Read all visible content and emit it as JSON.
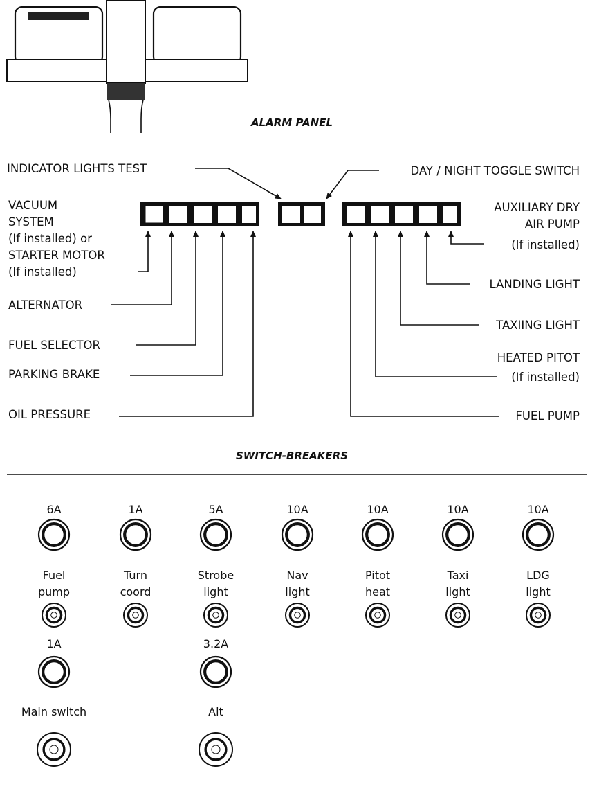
{
  "alarm_panel": {
    "title": "ALARM PANEL",
    "indicator_lights_test": "INDICATOR LIGHTS TEST",
    "day_night_toggle": "DAY / NIGHT TOGGLE SWITCH",
    "left_labels": {
      "vacuum": [
        "VACUUM",
        "SYSTEM",
        "(If installed) or",
        "STARTER MOTOR",
        "(If installed)"
      ],
      "alternator": "ALTERNATOR",
      "fuel_selector": "FUEL SELECTOR",
      "parking_brake": "PARKING BRAKE",
      "oil_pressure": "OIL PRESSURE"
    },
    "right_labels": {
      "aux_dry_air_pump": [
        "AUXILIARY DRY",
        "AIR PUMP",
        "(If installed)"
      ],
      "landing_light": "LANDING LIGHT",
      "taxiing_light": "TAXIING LIGHT",
      "heated_pitot": [
        "HEATED PITOT",
        "(If installed)"
      ],
      "fuel_pump": "FUEL PUMP"
    }
  },
  "switch_breakers": {
    "title": "SWITCH-BREAKERS",
    "row1": [
      {
        "amps": "6A",
        "name": [
          "Fuel",
          "pump"
        ]
      },
      {
        "amps": "1A",
        "name": [
          "Turn",
          "coord"
        ]
      },
      {
        "amps": "5A",
        "name": [
          "Strobe",
          "light"
        ]
      },
      {
        "amps": "10A",
        "name": [
          "Nav",
          "light"
        ]
      },
      {
        "amps": "10A",
        "name": [
          "Pitot",
          "heat"
        ]
      },
      {
        "amps": "10A",
        "name": [
          "Taxi",
          "light"
        ]
      },
      {
        "amps": "10A",
        "name": [
          "LDG",
          "light"
        ]
      }
    ],
    "row2": [
      {
        "amps": "1A",
        "name": "Main switch"
      },
      {
        "amps": "3.2A",
        "name": "Alt"
      }
    ]
  }
}
